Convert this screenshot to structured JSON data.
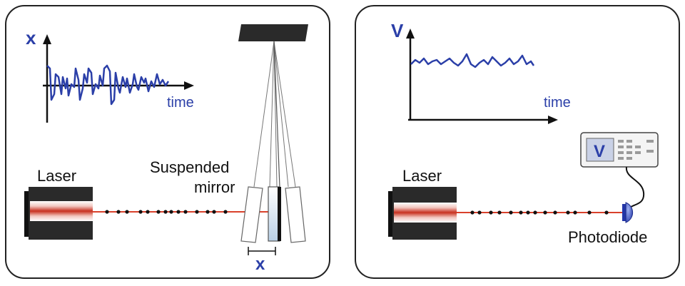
{
  "left_panel": {
    "axis_y_label": "x",
    "axis_x_label": "time",
    "laser_label": "Laser",
    "mirror_label_line1": "Suspended",
    "mirror_label_line2": "mirror",
    "displacement_label": "x"
  },
  "right_panel": {
    "axis_y_label": "V",
    "axis_x_label": "time",
    "laser_label": "Laser",
    "meter_display": "V",
    "detector_label": "Photodiode"
  },
  "colors": {
    "signal": "#2b3fa8",
    "beam": "#d9412b",
    "laser_body": "#2a2a2a",
    "panel_border": "#222222"
  }
}
